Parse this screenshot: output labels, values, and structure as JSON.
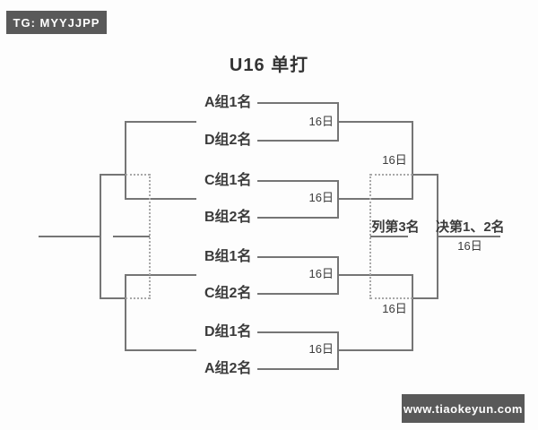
{
  "watermarks": {
    "top": "TG: MYYJJPP",
    "bottom": "www.tiaokeyun.com"
  },
  "title": "U16 单打",
  "bracket": {
    "round1_matches": [
      {
        "top": "A组1名",
        "bottom": "D组2名",
        "date": "16日"
      },
      {
        "top": "C组1名",
        "bottom": "B组2名",
        "date": "16日"
      },
      {
        "top": "B组1名",
        "bottom": "C组2名",
        "date": "16日"
      },
      {
        "top": "D组1名",
        "bottom": "A组2名",
        "date": "16日"
      }
    ],
    "semifinals": [
      {
        "date": "16日"
      },
      {
        "date": "16日"
      }
    ],
    "third_place": {
      "label": "列第3名"
    },
    "final": {
      "label": "决第1、2名",
      "date": "16日"
    }
  },
  "colors": {
    "line": "#757575",
    "dotted_line": "#a8a8a8",
    "badge_background": "#595959",
    "badge_text": "#ffffff",
    "text": "#3b3b3b",
    "background": "#fdfdfd"
  }
}
